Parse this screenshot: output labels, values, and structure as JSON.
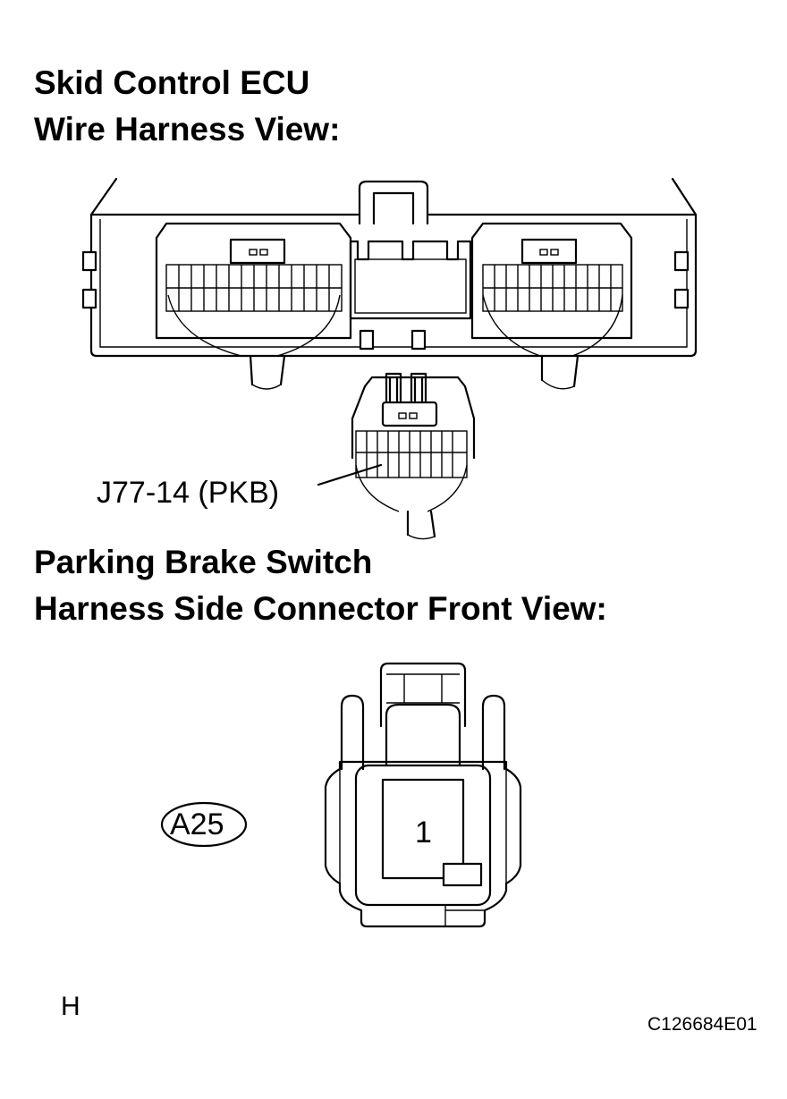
{
  "headings": {
    "ecu_title": "Skid Control ECU",
    "ecu_view": "Wire Harness View:",
    "switch_title": "Parking Brake Switch",
    "switch_view": "Harness Side Connector Front View:"
  },
  "callouts": {
    "ecu_terminal": "J77-14 (PKB)",
    "switch_connector": "A25",
    "switch_pin": "1"
  },
  "footer": {
    "corner_mark": "H",
    "figure_code": "C126684E01"
  }
}
